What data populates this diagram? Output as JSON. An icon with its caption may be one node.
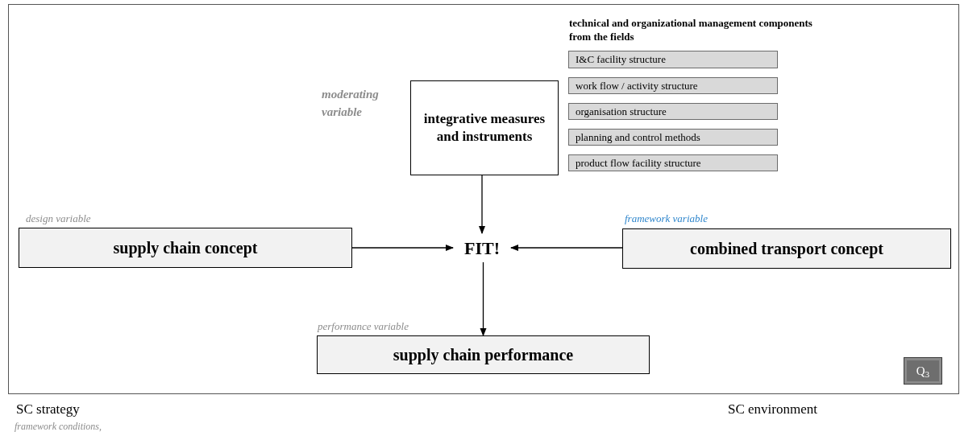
{
  "diagram": {
    "nodes": [
      {
        "text": [
          "integrative measures and instruments"
        ],
        "beside": [
          "moderating variable"
        ]
      },
      {
        "text": [
          "I&C facility structure"
        ]
      },
      {
        "text": [
          "work flow / activity structure"
        ]
      },
      {
        "text": [
          "organisation structure"
        ]
      },
      {
        "text": [
          "planning and control methods"
        ]
      },
      {
        "text": [
          "product flow facility structure"
        ]
      },
      {
        "text": [
          "FIT!"
        ]
      },
      {
        "text": [
          "supply chain concept"
        ],
        "beside": [
          "design variable"
        ]
      },
      {
        "text": [
          "combined transport concept"
        ],
        "beside": [
          "framework variable"
        ]
      },
      {
        "text": [
          "supply chain performance"
        ],
        "beside": [
          "performance variable"
        ]
      },
      {
        "text": [
          "Q$_{3}$"
        ]
      }
    ],
    "edges": [
      {
        "from": 0,
        "to": 6,
        "arrow": "to"
      },
      {
        "from": 7,
        "to": 6,
        "arrow": "to"
      },
      {
        "from": 8,
        "to": 6,
        "arrow": "to"
      },
      {
        "from": 6,
        "to": 9,
        "arrow": "to"
      }
    ],
    "labels": [
      "technical and organizational management components from the fields",
      "SC strategy",
      "SC environment",
      "framework conditions,"
    ]
  }
}
